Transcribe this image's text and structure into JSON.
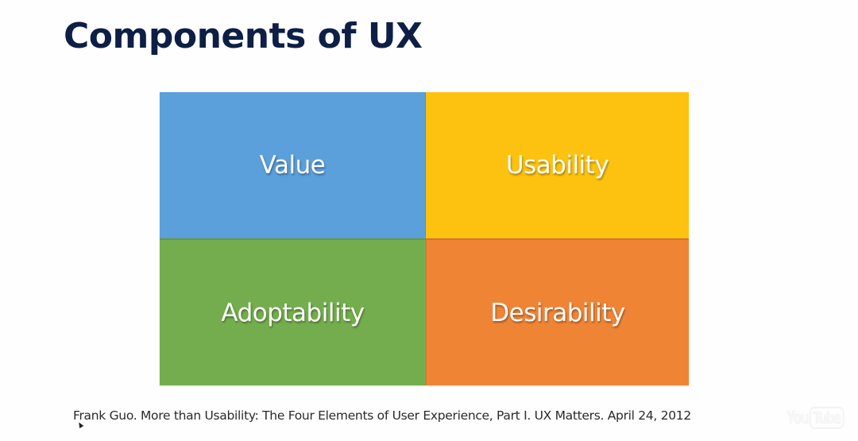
{
  "slide": {
    "title": "Components of UX",
    "quadrants": [
      {
        "label": "Value",
        "position": "top-left",
        "color": "#5b9fdb"
      },
      {
        "label": "Usability",
        "position": "top-right",
        "color": "#fdc20f"
      },
      {
        "label": "Adoptability",
        "position": "bottom-left",
        "color": "#74ad4d"
      },
      {
        "label": "Desirability",
        "position": "bottom-right",
        "color": "#ef8435"
      }
    ],
    "citation": "Frank Guo. More than Usability: The Four Elements of User Experience, Part I. UX Matters. April 24, 2012"
  },
  "watermark": {
    "part1": "You",
    "part2": "Tube"
  },
  "colors": {
    "title": "#0d1f45",
    "background": "#fefefe"
  }
}
